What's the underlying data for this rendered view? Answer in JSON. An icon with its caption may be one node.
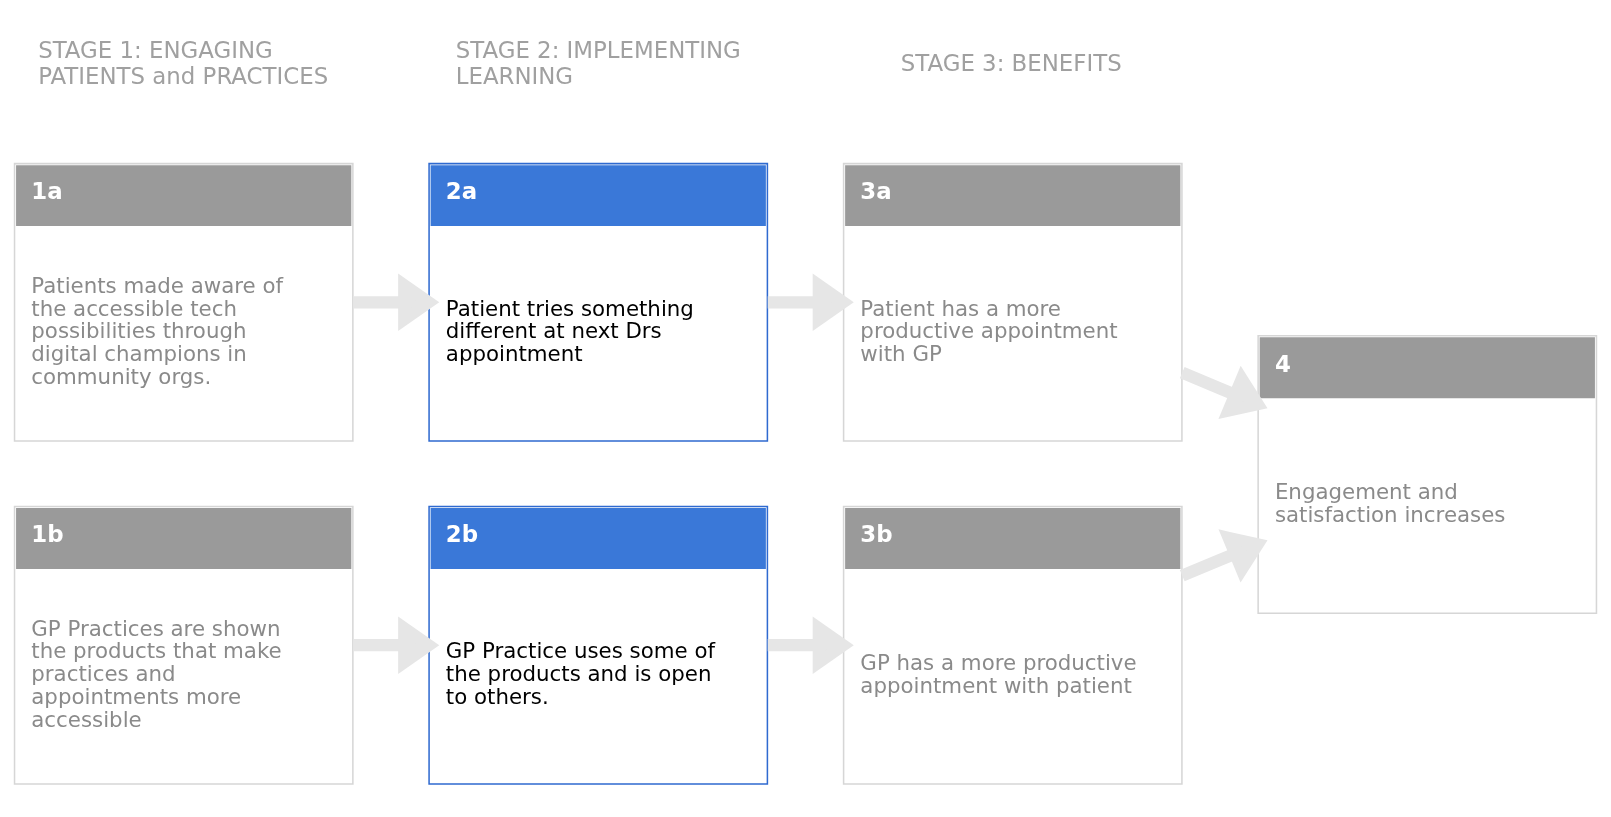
{
  "diagram": {
    "nodes": [
      {
        "text": [
          "1a",
          "Patients made aware of the accessible tech possibilities through digital champions in community orgs."
        ]
      },
      {
        "text": [
          "1b",
          "GP Practices are shown the products that make practices and appointments more accessible"
        ]
      },
      {
        "text": [
          "2a",
          "Patient tries something different at next Drs appointment"
        ]
      },
      {
        "text": [
          "2b",
          "GP Practice uses some of the products and is open to others."
        ]
      },
      {
        "text": [
          "3a",
          "Patient has a more productive appointment with GP"
        ]
      },
      {
        "text": [
          "3b",
          "GP has a more productive appointment with patient"
        ]
      },
      {
        "text": [
          "4",
          "Engagement and satisfaction increases"
        ]
      }
    ],
    "edges": [
      {
        "from": 0,
        "to": 2,
        "arrow": "to"
      },
      {
        "from": 1,
        "to": 3,
        "arrow": "to"
      },
      {
        "from": 2,
        "to": 4,
        "arrow": "to"
      },
      {
        "from": 3,
        "to": 5,
        "arrow": "to"
      },
      {
        "from": 4,
        "to": 6,
        "arrow": "to"
      },
      {
        "from": 5,
        "to": 6,
        "arrow": "to"
      }
    ],
    "labels": [
      "STAGE 1: ENGAGING PATIENTS and PRACTICES",
      "STAGE 2: IMPLEMENTING LEARNING",
      "STAGE 3: BENEFITS"
    ]
  }
}
